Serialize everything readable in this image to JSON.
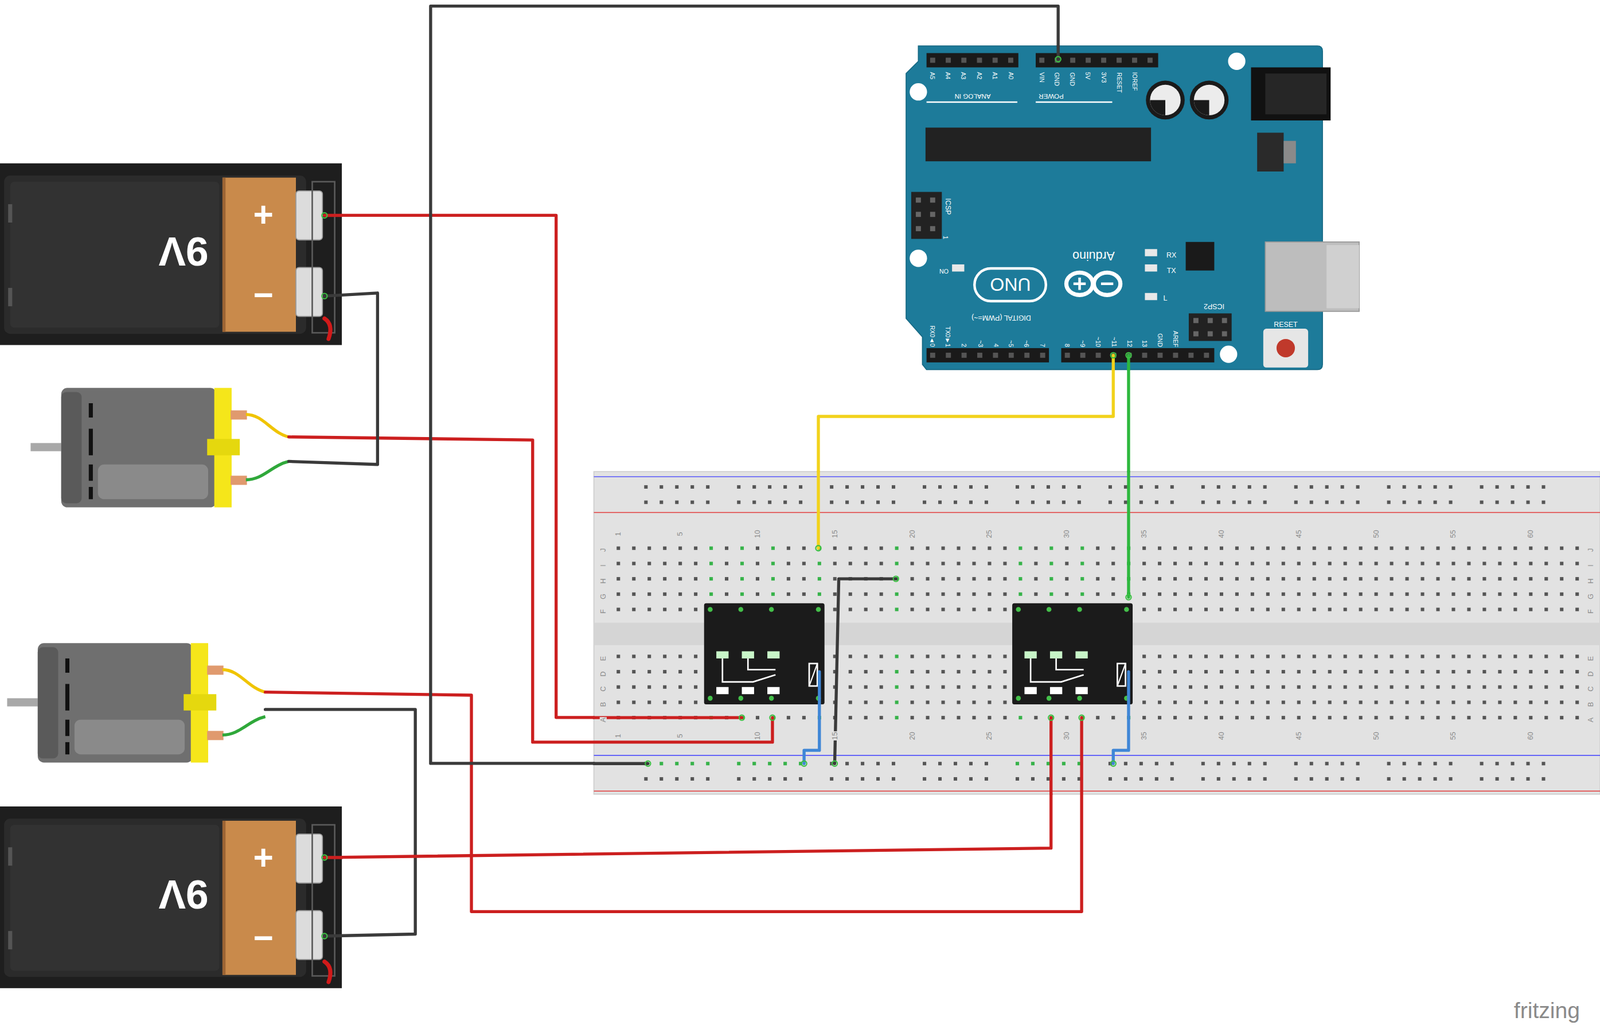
{
  "diagram": {
    "nodes": [
      {
        "text": [
          "A5",
          "A4",
          "A3",
          "A2",
          "A1",
          "A0",
          "ANALOG IN",
          "VIN",
          "GND",
          "GND",
          "5V",
          "3V3",
          "RESET",
          "IOREF",
          "POWER",
          "ICSP",
          "1",
          "ON",
          "Arduino",
          "UNO",
          "RX",
          "TX",
          "L",
          "ICSP2",
          "RESET",
          "DIGITAL (PWM=~)",
          "RX0◄0",
          "TX0►1",
          "2",
          "~3",
          "4",
          "~5",
          "~6",
          "7",
          "8",
          "~9",
          "~10",
          "~11",
          "12",
          "13",
          "GND",
          "AREF"
        ]
      },
      {
        "text": [
          "+",
          "9V",
          "−"
        ]
      },
      {
        "text": [
          "1",
          "5",
          "10",
          "15",
          "20",
          "25",
          "30",
          "35",
          "40",
          "45",
          "50",
          "55",
          "60",
          "J",
          "I",
          "H",
          "G",
          "F",
          "J",
          "I",
          "H",
          "G",
          "F",
          "E",
          "D",
          "C",
          "B",
          "A",
          "E",
          "D",
          "C",
          "B",
          "A",
          "1",
          "5",
          "10",
          "15",
          "20",
          "25",
          "30",
          "35",
          "40",
          "45",
          "50",
          "55",
          "60"
        ]
      },
      {
        "text": [
          "+",
          "9V",
          "−"
        ]
      }
    ],
    "edges": [
      {
        "from": 1,
        "to": 2,
        "arrow": "none"
      },
      {
        "from": 0,
        "to": 2,
        "arrow": "none"
      },
      {
        "from": 0,
        "to": 2,
        "arrow": "none"
      },
      {
        "from": 0,
        "to": 2,
        "arrow": "none"
      },
      {
        "from": 3,
        "to": 2,
        "arrow": "none"
      }
    ],
    "labels": [
      "fritzing"
    ]
  }
}
